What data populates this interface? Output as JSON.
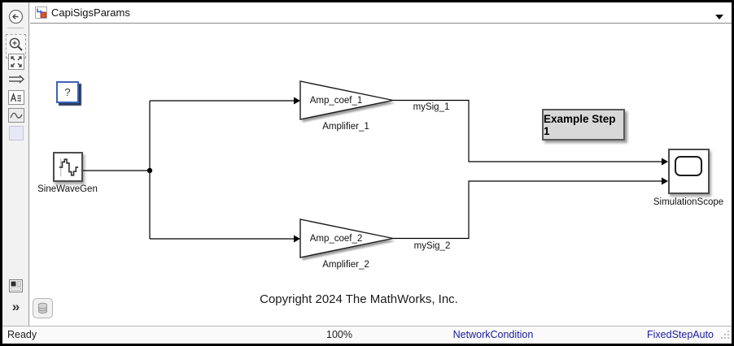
{
  "window": {
    "title": "CapiSigsParams"
  },
  "sidebar": {
    "icons": [
      "back-arrow",
      "zoom-in-magnifier",
      "fit-to-view",
      "signal-lines-arrow",
      "annotation-text",
      "image-capture",
      "viewmark-square",
      "dock-layout",
      "expand-chevrons"
    ],
    "expand_glyph": "»"
  },
  "canvas": {
    "help_block": "?",
    "blocks": {
      "sine": {
        "label": "SineWaveGen"
      },
      "amp1": {
        "text": "Amp_coef_1",
        "label": "Amplifier_1"
      },
      "amp2": {
        "text": "Amp_coef_2",
        "label": "Amplifier_2"
      },
      "scope": {
        "label": "SimulationScope"
      }
    },
    "signals": {
      "sig1": "mySig_1",
      "sig2": "mySig_2"
    },
    "annotations": {
      "step": "Example Step 1",
      "copyright": "Copyright 2024 The MathWorks, Inc."
    }
  },
  "statusbar": {
    "ready": "Ready",
    "zoom_level": "100%",
    "network": "NetworkCondition",
    "solver": "FixedStepAuto",
    "link_color": "#1a1a9e"
  },
  "colors": {
    "accent_blue_border": "#3c62b8",
    "annotation_gray": "#d8d8d8",
    "simulink_badge_orange": "#e0502a",
    "simulink_badge_blue": "#3b6fd6"
  }
}
